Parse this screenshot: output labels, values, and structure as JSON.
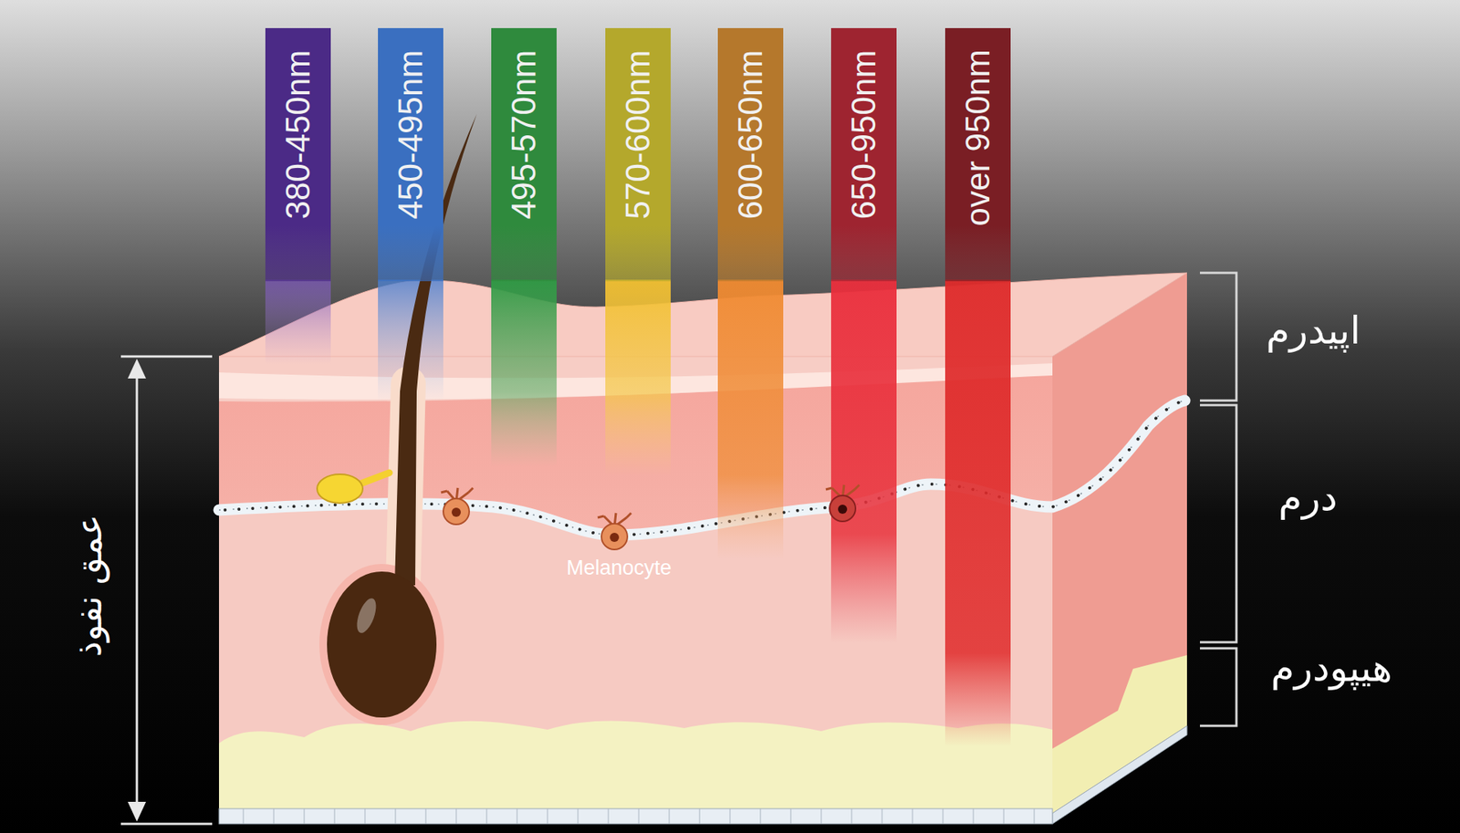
{
  "diagram": {
    "nodes": [
      {
        "text": [
          "380-450nm"
        ]
      },
      {
        "text": [
          "450-495nm"
        ]
      },
      {
        "text": [
          "495-570nm"
        ]
      },
      {
        "text": [
          "570-600nm"
        ]
      },
      {
        "text": [
          "600-650nm"
        ]
      },
      {
        "text": [
          "650-950nm"
        ]
      },
      {
        "text": [
          "over 950nm"
        ]
      }
    ],
    "labels": [
      "اپیدرم",
      "درم",
      "هیپودرم",
      "عمق نفوذ",
      "Melanocyte"
    ]
  }
}
